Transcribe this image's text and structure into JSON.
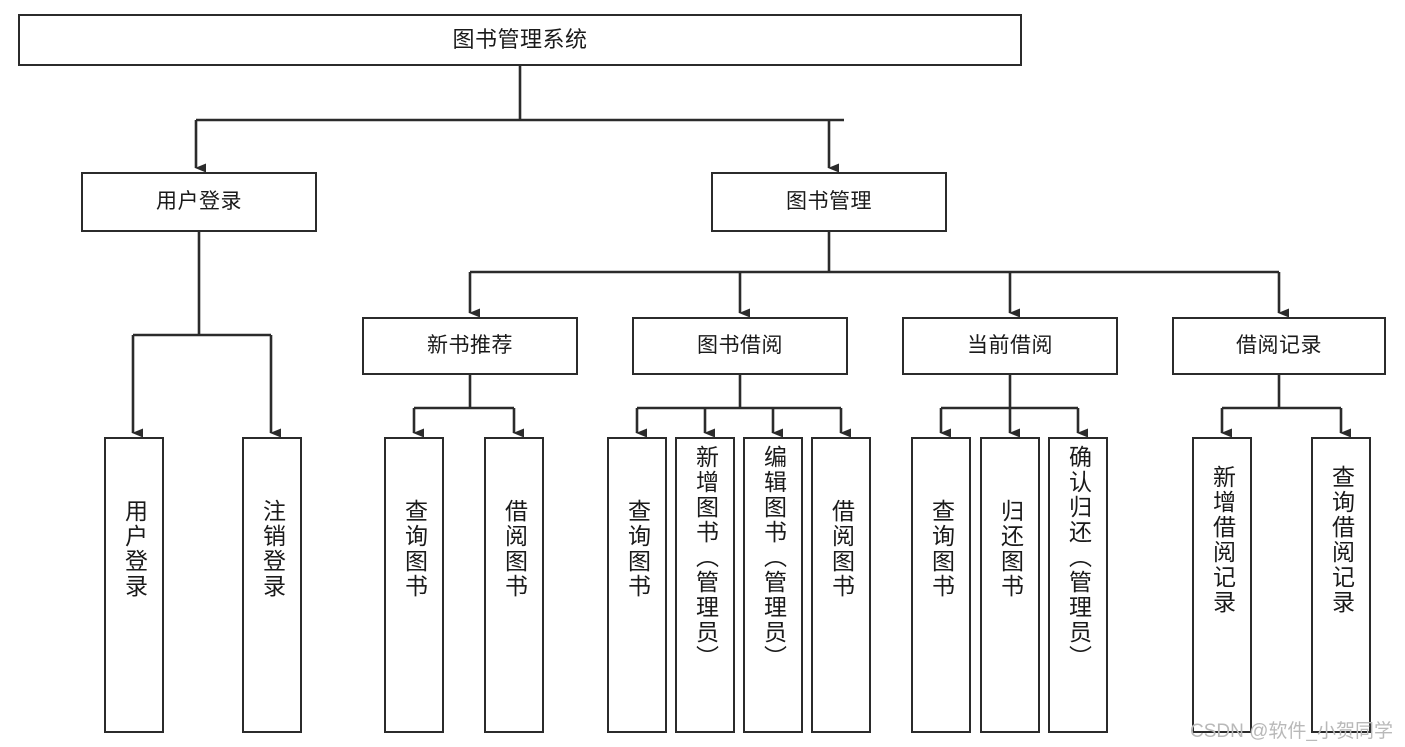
{
  "diagram": {
    "type": "tree",
    "title": "图书管理系统",
    "root": {
      "id": "root",
      "label": "图书管理系统"
    },
    "level2": [
      {
        "id": "user-login",
        "label": "用户登录"
      },
      {
        "id": "book-manage",
        "label": "图书管理"
      }
    ],
    "level3": [
      {
        "id": "new-book-recommend",
        "label": "新书推荐",
        "parent": "book-manage"
      },
      {
        "id": "book-borrow",
        "label": "图书借阅",
        "parent": "book-manage"
      },
      {
        "id": "current-borrow",
        "label": "当前借阅",
        "parent": "book-manage"
      },
      {
        "id": "borrow-record",
        "label": "借阅记录",
        "parent": "book-manage"
      }
    ],
    "leaves": [
      {
        "id": "leaf-user-login",
        "label": "用户登录",
        "parent": "user-login"
      },
      {
        "id": "leaf-logout",
        "label": "注销登录",
        "parent": "user-login"
      },
      {
        "id": "leaf-query-book-1",
        "label": "查询图书",
        "parent": "new-book-recommend"
      },
      {
        "id": "leaf-borrow-book-1",
        "label": "借阅图书",
        "parent": "new-book-recommend"
      },
      {
        "id": "leaf-query-book-2",
        "label": "查询图书",
        "parent": "book-borrow"
      },
      {
        "id": "leaf-add-book",
        "label": "新增图书（管理员）",
        "parent": "book-borrow"
      },
      {
        "id": "leaf-edit-book",
        "label": "编辑图书（管理员）",
        "parent": "book-borrow"
      },
      {
        "id": "leaf-borrow-book-2",
        "label": "借阅图书",
        "parent": "book-borrow"
      },
      {
        "id": "leaf-query-book-3",
        "label": "查询图书",
        "parent": "current-borrow"
      },
      {
        "id": "leaf-return-book",
        "label": "归还图书",
        "parent": "current-borrow"
      },
      {
        "id": "leaf-confirm-return",
        "label": "确认归还（管理员）",
        "parent": "current-borrow"
      },
      {
        "id": "leaf-add-record",
        "label": "新增借阅记录",
        "parent": "borrow-record"
      },
      {
        "id": "leaf-query-record",
        "label": "查询借阅记录",
        "parent": "borrow-record"
      }
    ],
    "watermark": "CSDN @软件_小贺同学",
    "colors": {
      "stroke": "#2b2b2b",
      "fill": "#ffffff",
      "text": "#1a1a1a",
      "watermark": "#b9b9b9"
    }
  }
}
